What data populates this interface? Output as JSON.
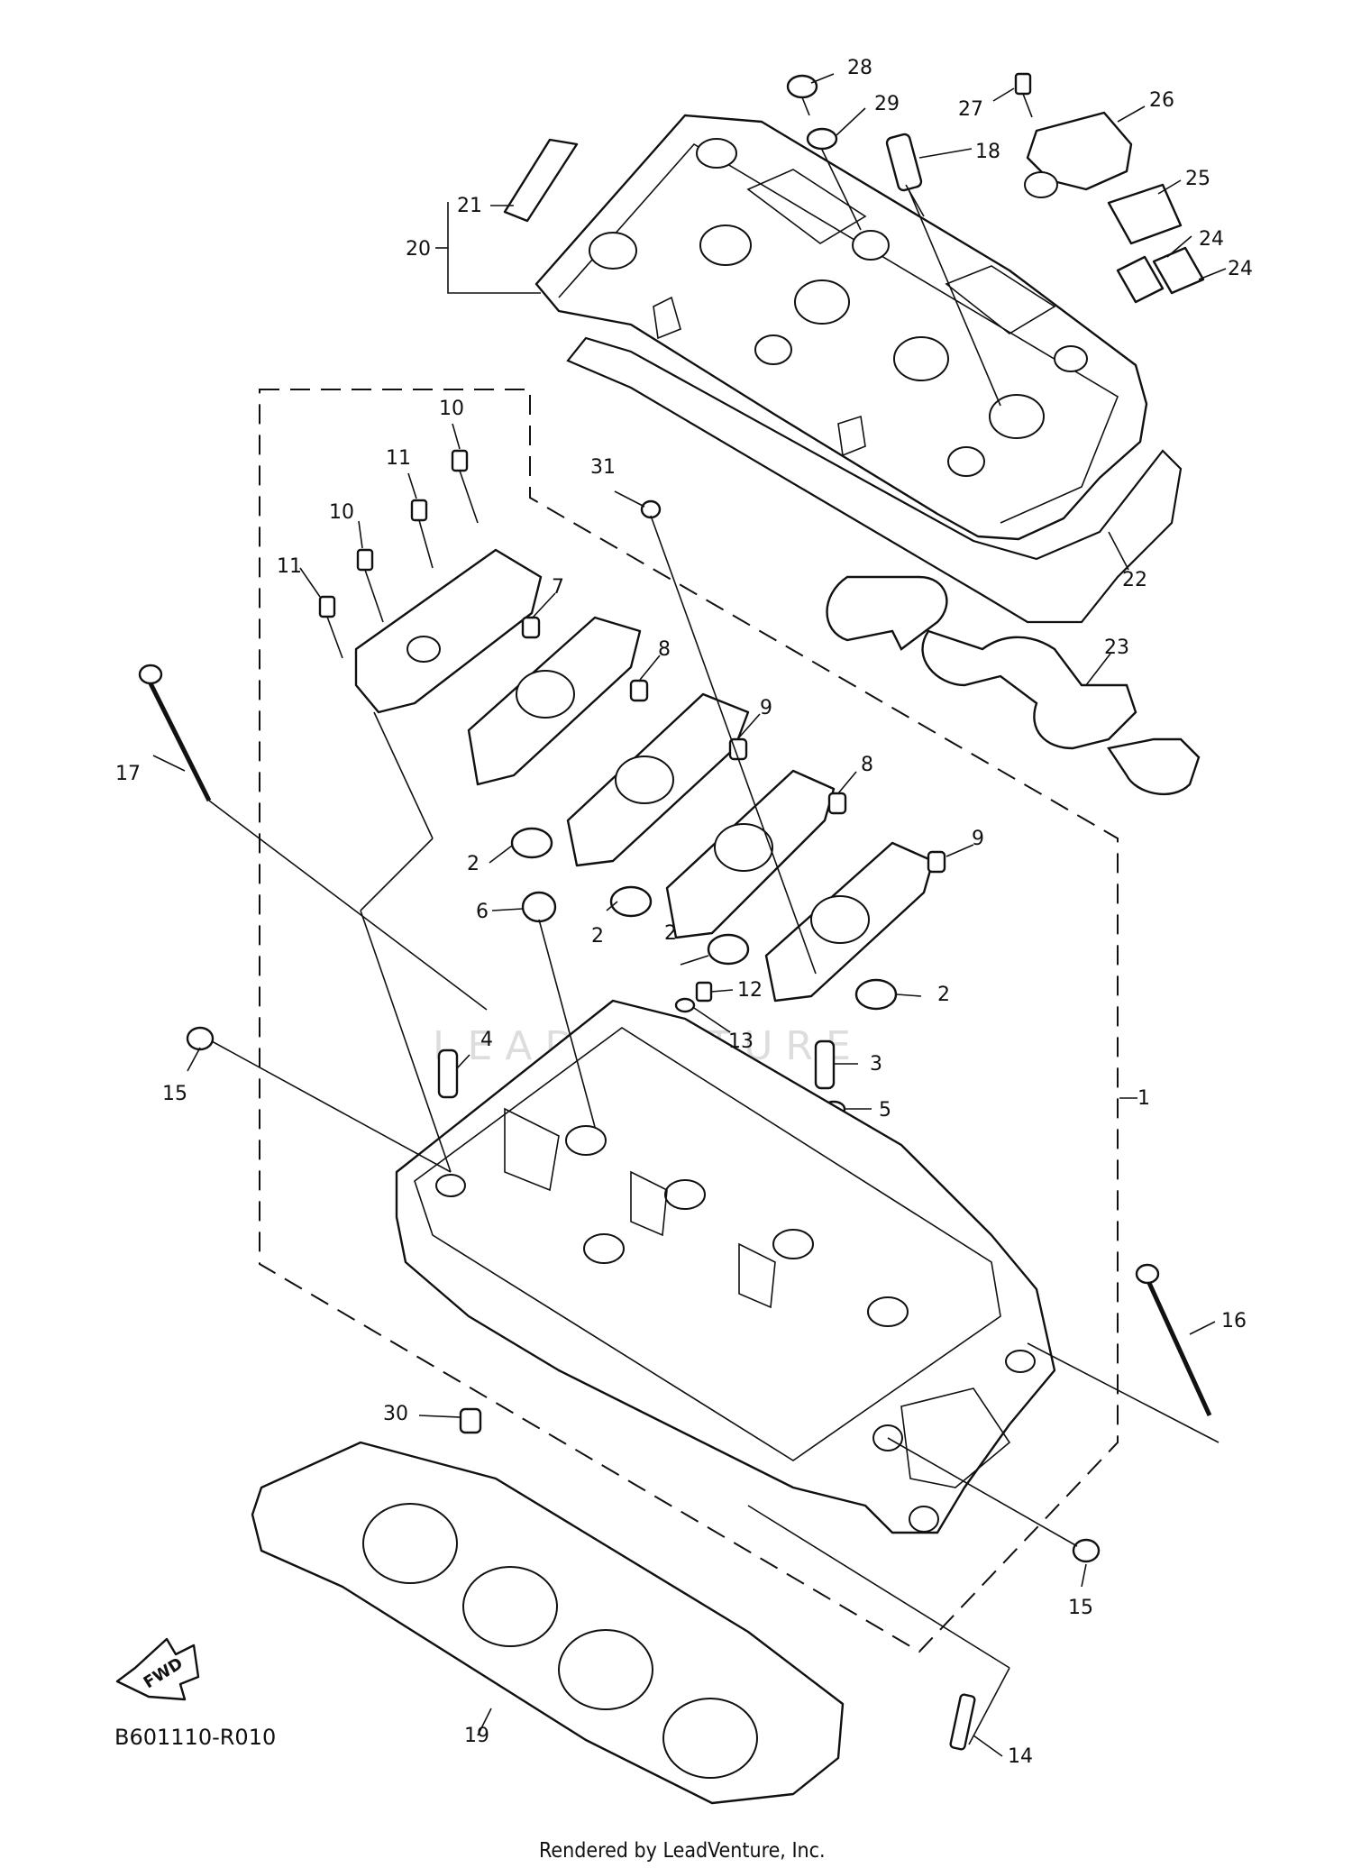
{
  "diagram": {
    "code": "B601110-R010",
    "footer": "Rendered by LeadVenture, Inc.",
    "watermark": "LEADVENTURE",
    "fwd_label": "FWD"
  },
  "callouts": {
    "p1": "1",
    "p2a": "2",
    "p2b": "2",
    "p2c": "2",
    "p2d": "2",
    "p3": "3",
    "p4": "4",
    "p5": "5",
    "p6": "6",
    "p7": "7",
    "p8a": "8",
    "p8b": "8",
    "p9a": "9",
    "p9b": "9",
    "p10a": "10",
    "p10b": "10",
    "p11a": "11",
    "p11b": "11",
    "p12": "12",
    "p13": "13",
    "p14": "14",
    "p15a": "15",
    "p15b": "15",
    "p16": "16",
    "p17": "17",
    "p18": "18",
    "p19": "19",
    "p20": "20",
    "p21": "21",
    "p22": "22",
    "p23": "23",
    "p24a": "24",
    "p24b": "24",
    "p25": "25",
    "p26": "26",
    "p27": "27",
    "p28": "28",
    "p29": "29",
    "p30": "30",
    "p31": "31"
  }
}
